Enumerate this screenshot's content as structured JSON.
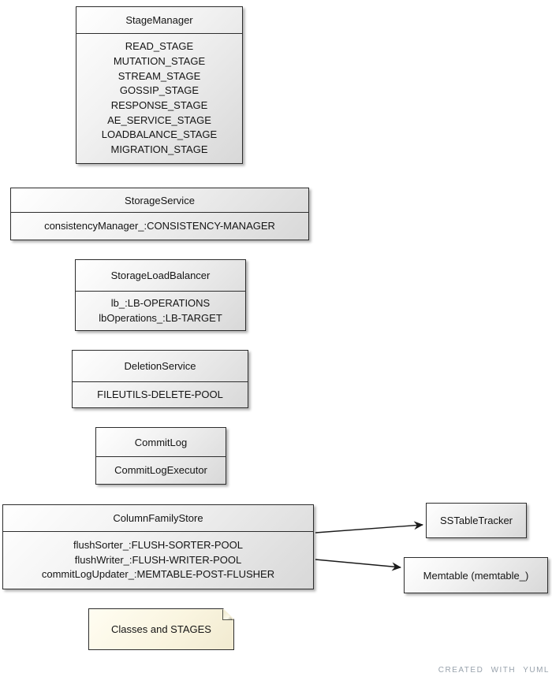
{
  "diagram": {
    "classes": [
      {
        "title": "StageManager",
        "members": [
          "READ_STAGE",
          "MUTATION_STAGE",
          "STREAM_STAGE",
          "GOSSIP_STAGE",
          "RESPONSE_STAGE",
          "AE_SERVICE_STAGE",
          "LOADBALANCE_STAGE",
          "MIGRATION_STAGE"
        ]
      },
      {
        "title": "StorageService",
        "members": [
          "consistencyManager_:CONSISTENCY-MANAGER"
        ]
      },
      {
        "title": "StorageLoadBalancer",
        "members": [
          "lb_:LB-OPERATIONS",
          "lbOperations_:LB-TARGET"
        ]
      },
      {
        "title": "DeletionService",
        "members": [
          "FILEUTILS-DELETE-POOL"
        ]
      },
      {
        "title": "CommitLog",
        "members": [
          "CommitLogExecutor"
        ]
      },
      {
        "title": "ColumnFamilyStore",
        "members": [
          "flushSorter_:FLUSH-SORTER-POOL",
          "flushWriter_:FLUSH-WRITER-POOL",
          "commitLogUpdater_:MEMTABLE-POST-FLUSHER"
        ]
      },
      {
        "title": "SSTableTracker",
        "members": []
      },
      {
        "title": "Memtable (memtable_)",
        "members": []
      }
    ],
    "note": {
      "text": "Classes and STAGES"
    },
    "connections": [
      {
        "from": "ColumnFamilyStore",
        "to": "SSTableTracker",
        "type": "arrow"
      },
      {
        "from": "ColumnFamilyStore",
        "to": "Memtable (memtable_)",
        "type": "arrow"
      }
    ],
    "footer": "CREATED WITH YUML"
  },
  "colors": {
    "box_border": "#2d2d2d",
    "box_fill_end": "#d8d8d8",
    "note_fill_start": "#fffdf2",
    "note_fill_end": "#f1ead0",
    "footer_text": "#98a2ac"
  }
}
